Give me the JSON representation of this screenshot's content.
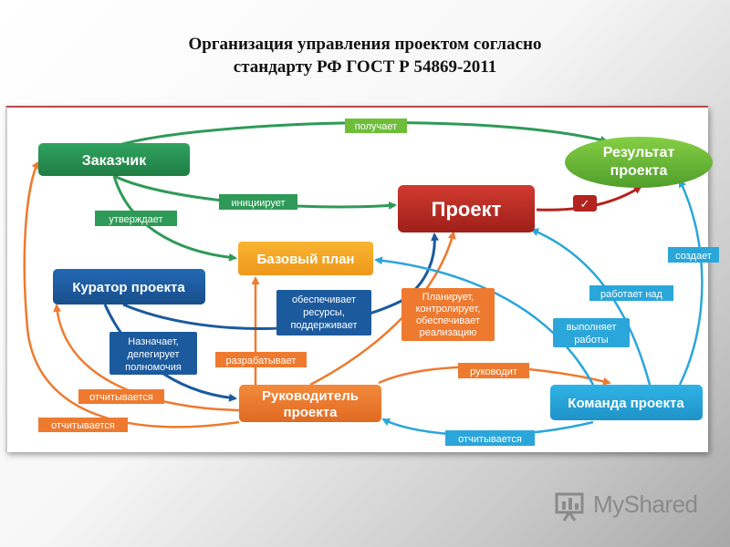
{
  "title": {
    "line1": "Организация управления проектом согласно",
    "line2": "стандарту РФ ГОСТ Р 54869-2011"
  },
  "nodes": {
    "customer": "Заказчик",
    "result_line1": "Результат",
    "result_line2": "проекта",
    "project": "Проект",
    "baseline": "Базовый план",
    "curator": "Куратор проекта",
    "manager_line1": "Руководитель",
    "manager_line2": "проекта",
    "team": "Команда проекта"
  },
  "labels": {
    "receives": "получает",
    "initiates": "инициирует",
    "approves": "утверждает",
    "provides_1": "обеспечивает",
    "provides_2": "ресурсы,",
    "provides_3": "поддерживает",
    "plans_1": "Планирует,",
    "plans_2": "контролирует,",
    "plans_3": "обеспечивает",
    "plans_4": "реализацию",
    "assigns_1": "Назначает,",
    "assigns_2": "делегирует",
    "assigns_3": "полномочия",
    "develops": "разрабатывает",
    "reports_1": "отчитывается",
    "reports_2": "отчитывается",
    "leads": "руководит",
    "reports_team": "отчитывается",
    "creates": "создает",
    "works_on": "работает над",
    "performs_1": "выполняет",
    "performs_2": "работы"
  },
  "checkmark": "✓",
  "watermark": "MyShared",
  "colors": {
    "green": "#2e9a57",
    "red": "#b3241d",
    "orange": "#ee7a2f",
    "yellow": "#f6a623",
    "navy": "#1c5a9e",
    "cyan": "#2aa6da",
    "lime": "#6fbe3a"
  }
}
